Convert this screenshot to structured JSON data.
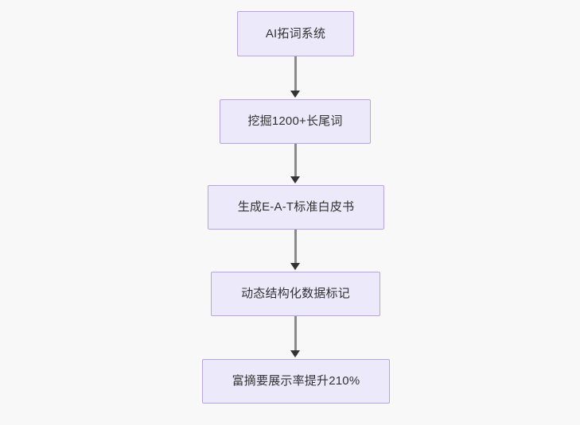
{
  "diagram": {
    "type": "flowchart",
    "direction": "top-to-bottom",
    "background_color": "#f8f8f8",
    "node_fill_color": "#ece9fb",
    "node_border_color": "#b9a2e8",
    "node_text_color": "#333333",
    "edge_color": "#888a8c",
    "arrowhead_color": "#333333",
    "nodes": [
      {
        "id": "n1",
        "label": "AI拓词系统"
      },
      {
        "id": "n2",
        "label": "挖掘1200+长尾词"
      },
      {
        "id": "n3",
        "label": "生成E-A-T标准白皮书"
      },
      {
        "id": "n4",
        "label": "动态结构化数据标记"
      },
      {
        "id": "n5",
        "label": "富摘要展示率提升210%"
      }
    ],
    "edges": [
      {
        "from": "n1",
        "to": "n2",
        "label": ""
      },
      {
        "from": "n2",
        "to": "n3",
        "label": ""
      },
      {
        "from": "n3",
        "to": "n4",
        "label": ""
      },
      {
        "from": "n4",
        "to": "n5",
        "label": ""
      }
    ]
  }
}
